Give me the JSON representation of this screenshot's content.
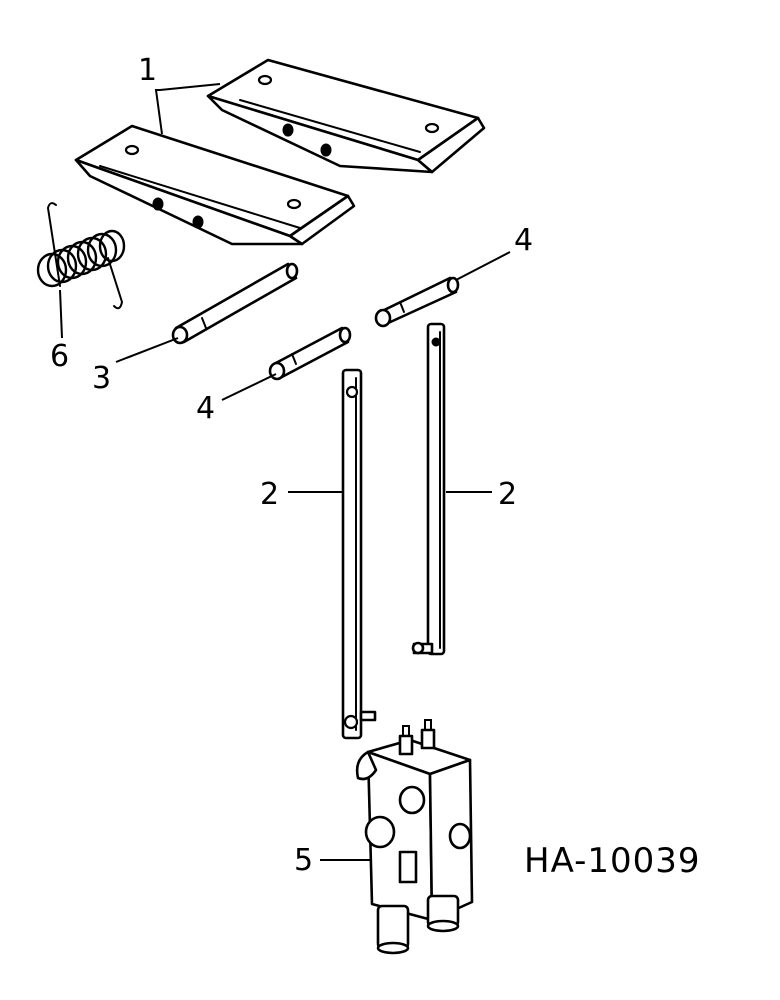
{
  "figure_code": "HA-10039",
  "callouts": {
    "bracket": "1",
    "link_left": "2",
    "link_right": "2",
    "long_pin": "3",
    "short_pin_upper": "4",
    "short_pin_lower": "4",
    "valve": "5",
    "spring": "6"
  },
  "colors": {
    "ink": "#000000",
    "paper": "#ffffff"
  }
}
